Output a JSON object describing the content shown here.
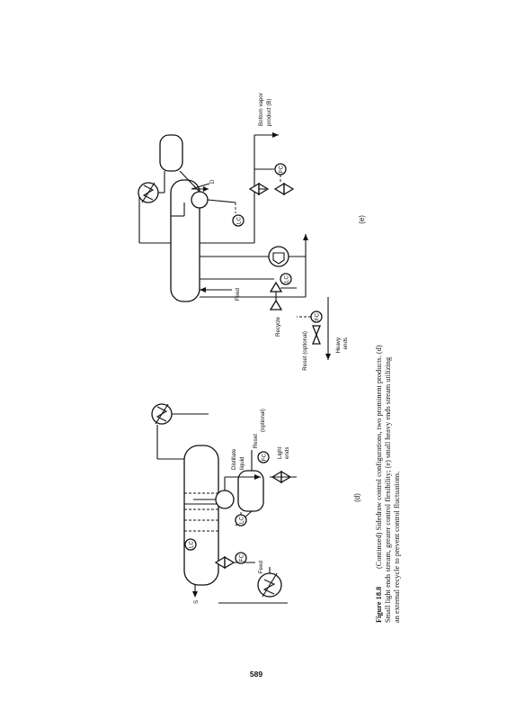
{
  "diagram_d": {
    "tag": "(d)",
    "labels": {
      "feed": "Feed",
      "s": "S",
      "reset": "Reset",
      "optional": "(optional)",
      "light": "Light",
      "ends": "ends",
      "distillate": "Distillate",
      "liquid": "liquid"
    },
    "controllers": {
      "fc_top": "FC",
      "lc_drum": "LC",
      "lc_col": "LC",
      "fc_side": "FC"
    }
  },
  "diagram_e": {
    "tag": "(e)",
    "labels": {
      "feed": "Feed",
      "d": "D",
      "recycle": "Recycle",
      "reset_optional": "Reset (optional)",
      "heavy": "Heavy",
      "ends": "ends",
      "bottom_vapor": "Bottom vapor",
      "product_b": "product (B)"
    },
    "controllers": {
      "lc_top": "LC",
      "fc_right": "FC",
      "lc_bottom": "LC",
      "fc_bottom": "FC"
    }
  },
  "caption": {
    "figure": "Figure 18.8",
    "line1": "(Continued) Sidedraw control configurations, two prominent products. (d)",
    "line2": "Small light ends stream, greater control flexibility; (e) small heavy ends stream utilizing",
    "line3": "an external recycle to prevent control fluctuations."
  },
  "page_number": "589"
}
